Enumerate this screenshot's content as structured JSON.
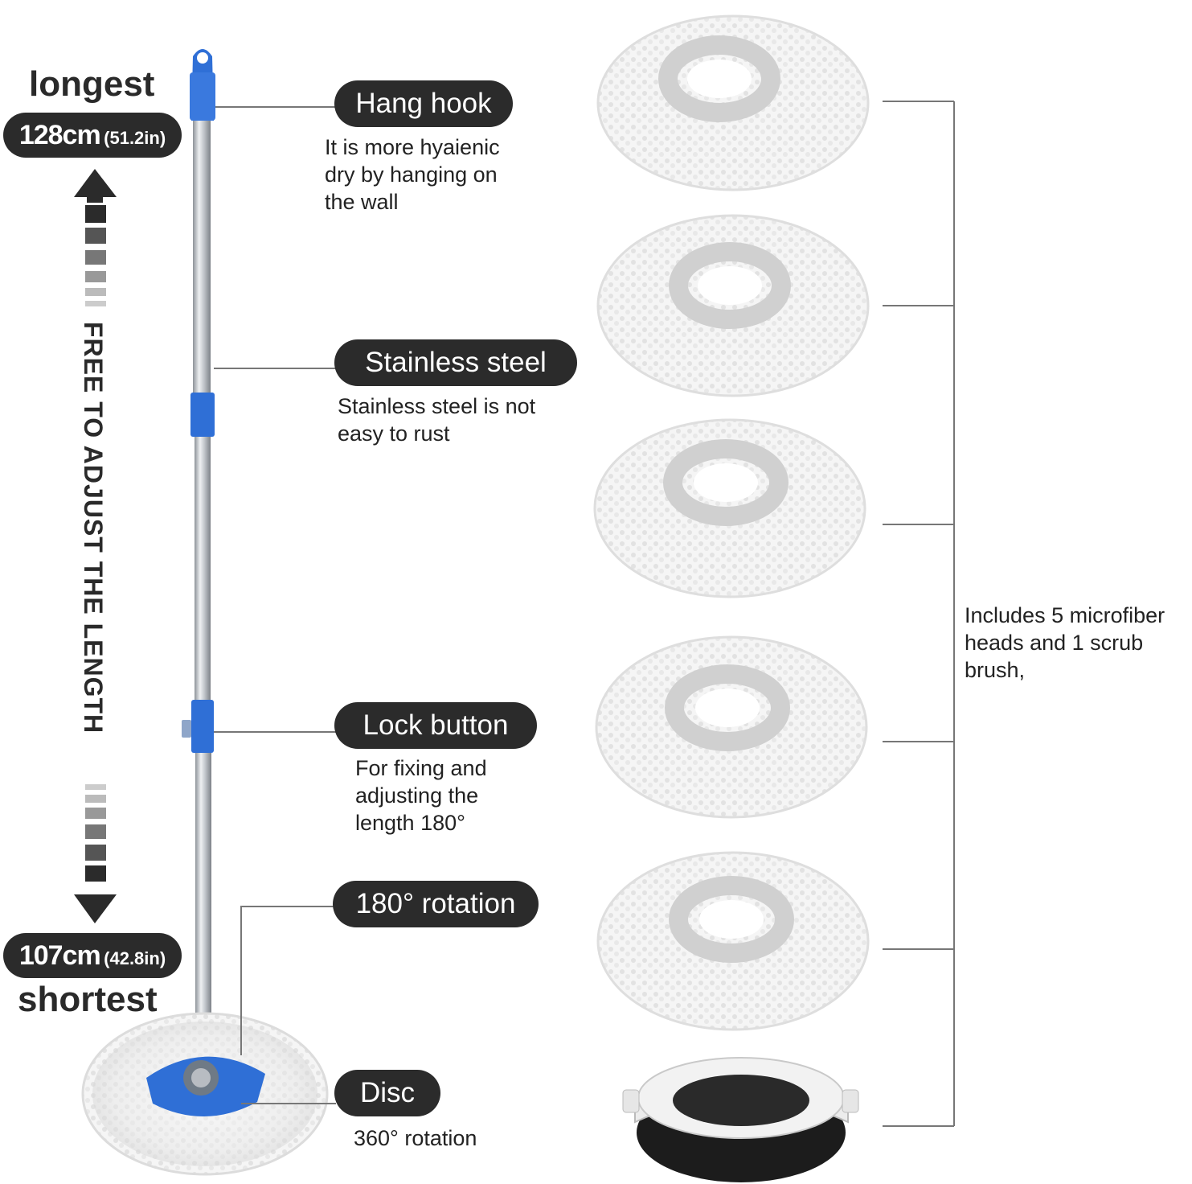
{
  "length": {
    "longest_word": "longest",
    "longest_value": "128cm",
    "longest_unit": "(51.2in)",
    "shortest_value": "107cm",
    "shortest_unit": "(42.8in)",
    "shortest_word": "shortest",
    "adjust_text": "FREE TO ADJUST THE LENGTH"
  },
  "features": [
    {
      "title": "Hang hook",
      "description": [
        "It is more hyaienic",
        "dry by hanging on",
        "the wall"
      ]
    },
    {
      "title": "Stainless  steel",
      "description": [
        "Stainless  steel is not",
        "easy to rust"
      ]
    },
    {
      "title": "Lock button",
      "description": [
        "For fixing and",
        "adjusting the",
        "length 180°"
      ]
    },
    {
      "title": "180° rotation",
      "description": []
    },
    {
      "title": "Disc",
      "description": [
        "360° rotation"
      ]
    }
  ],
  "includes": {
    "lines": [
      "Includes 5 microfiber",
      "heads and 1 scrub",
      "brush,"
    ]
  },
  "colors": {
    "pill_bg": "#2b2b2b",
    "accent_blue": "#2f6fd6",
    "steel": "#b8bcc2",
    "line": "#777777"
  }
}
